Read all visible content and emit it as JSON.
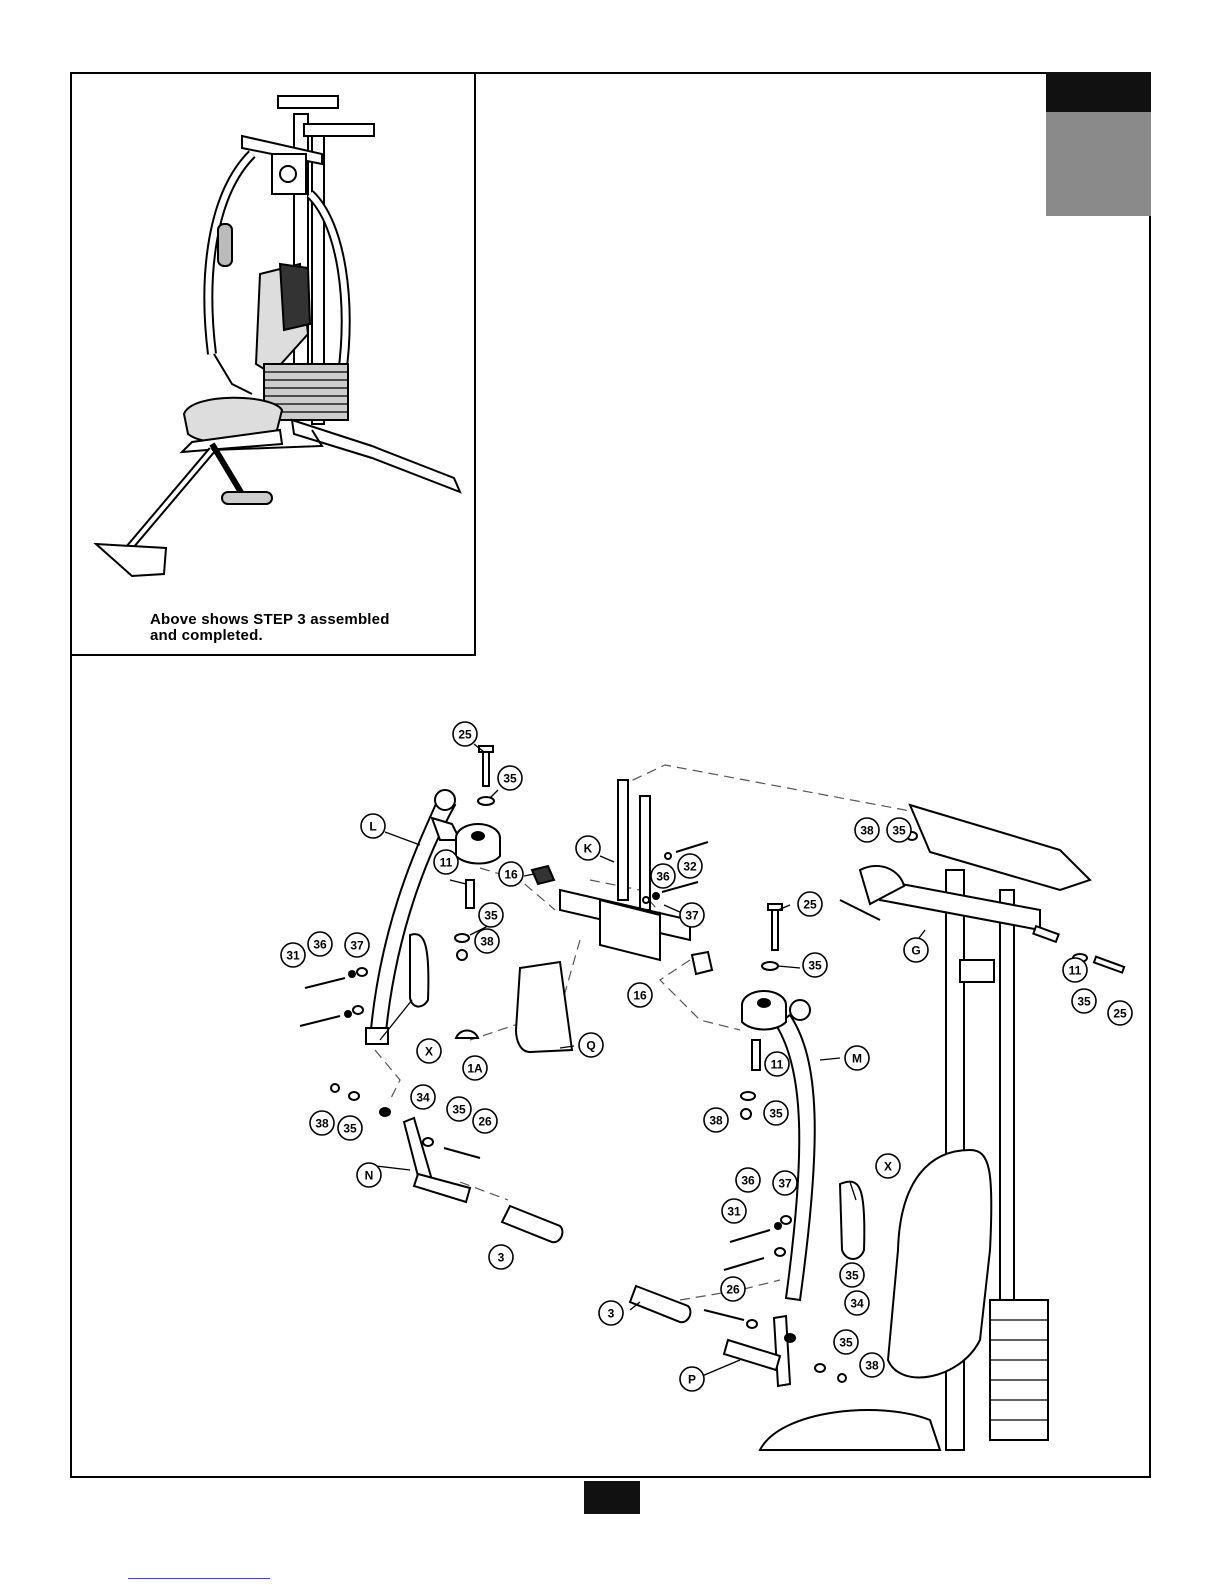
{
  "inset": {
    "caption_line1": "Above shows STEP 3 assembled",
    "caption_line2": "and completed."
  },
  "callouts": [
    {
      "id": "c1",
      "label": "25"
    },
    {
      "id": "c2",
      "label": "35"
    },
    {
      "id": "c3",
      "label": "L"
    },
    {
      "id": "c4",
      "label": "11"
    },
    {
      "id": "c5",
      "label": "16"
    },
    {
      "id": "c6",
      "label": "K"
    },
    {
      "id": "c7",
      "label": "36"
    },
    {
      "id": "c8",
      "label": "32"
    },
    {
      "id": "c9",
      "label": "37"
    },
    {
      "id": "c10",
      "label": "35"
    },
    {
      "id": "c11",
      "label": "38"
    },
    {
      "id": "c12",
      "label": "31"
    },
    {
      "id": "c13",
      "label": "36"
    },
    {
      "id": "c14",
      "label": "37"
    },
    {
      "id": "c15",
      "label": "X"
    },
    {
      "id": "c16",
      "label": "1A"
    },
    {
      "id": "c17",
      "label": "Q"
    },
    {
      "id": "c18",
      "label": "16"
    },
    {
      "id": "c19",
      "label": "25"
    },
    {
      "id": "c20",
      "label": "35"
    },
    {
      "id": "c21",
      "label": "38"
    },
    {
      "id": "c22",
      "label": "35"
    },
    {
      "id": "c23",
      "label": "G"
    },
    {
      "id": "c24",
      "label": "11"
    },
    {
      "id": "c25",
      "label": "35"
    },
    {
      "id": "c26",
      "label": "25"
    },
    {
      "id": "c27",
      "label": "M"
    },
    {
      "id": "c28",
      "label": "11"
    },
    {
      "id": "c29",
      "label": "38"
    },
    {
      "id": "c30",
      "label": "35"
    },
    {
      "id": "c31",
      "label": "38"
    },
    {
      "id": "c32",
      "label": "35"
    },
    {
      "id": "c33",
      "label": "34"
    },
    {
      "id": "c34",
      "label": "35"
    },
    {
      "id": "c35",
      "label": "26"
    },
    {
      "id": "c36",
      "label": "N"
    },
    {
      "id": "c37",
      "label": "3"
    },
    {
      "id": "c38",
      "label": "36"
    },
    {
      "id": "c39",
      "label": "37"
    },
    {
      "id": "c40",
      "label": "X"
    },
    {
      "id": "c41",
      "label": "31"
    },
    {
      "id": "c42",
      "label": "35"
    },
    {
      "id": "c43",
      "label": "34"
    },
    {
      "id": "c44",
      "label": "26"
    },
    {
      "id": "c45",
      "label": "3"
    },
    {
      "id": "c46",
      "label": "P"
    },
    {
      "id": "c47",
      "label": "35"
    },
    {
      "id": "c48",
      "label": "38"
    }
  ]
}
